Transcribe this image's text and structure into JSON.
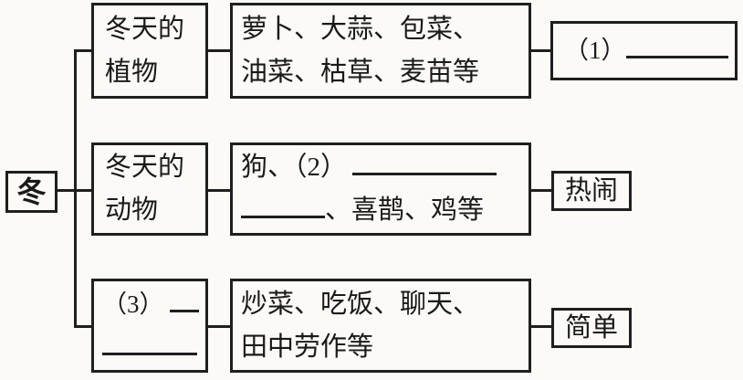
{
  "root": {
    "label": "冬"
  },
  "plants": {
    "category_line1": "冬天的",
    "category_line2": "植物",
    "items_line1": "萝卜、大蒜、包菜、",
    "items_line2": "油菜、枯草、麦苗等",
    "answer_prefix": "（1）"
  },
  "animals": {
    "category_line1": "冬天的",
    "category_line2": "动物",
    "items_line1_text": "狗、（2）",
    "items_line2_text": "、喜鹊、鸡等",
    "answer": "热闹"
  },
  "activities": {
    "category_prefix": "（3）",
    "items_line1": "炒菜、吃饭、聊天、",
    "items_line2": "田中劳作等",
    "answer": "简单"
  },
  "colors": {
    "ink": "#1f1f1f",
    "paper": "#fbfaf7"
  }
}
